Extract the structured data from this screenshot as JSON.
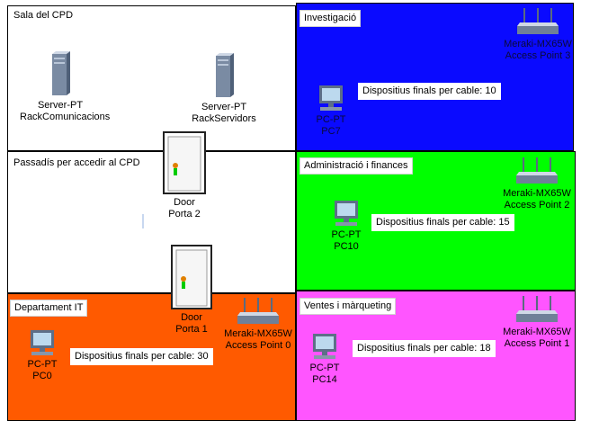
{
  "zones": {
    "sala_cpd": {
      "label": "Sala del CPD",
      "color": "#ffffff"
    },
    "passadis": {
      "label": "Passadís per accedir al CPD",
      "color": "#ffffff"
    },
    "it": {
      "label": "Departament IT",
      "color": "#ff5a00"
    },
    "investigacio": {
      "label": "Investigació",
      "color": "#0a0aff"
    },
    "admin": {
      "label": "Administració i finances",
      "color": "#00ff00"
    },
    "vendes": {
      "label": "Ventes i màrqueting",
      "color": "#ff55ff"
    }
  },
  "devices": {
    "server_comunicacions": {
      "type": "Server-PT",
      "name": "RackComunicacions",
      "icon": "server-icon"
    },
    "server_servidors": {
      "type": "Server-PT",
      "name": "RackServidors",
      "icon": "server-icon"
    },
    "door2": {
      "type": "Door",
      "name": "Porta 2",
      "icon": "door-icon"
    },
    "door1": {
      "type": "Door",
      "name": "Porta 1",
      "icon": "door-icon"
    },
    "pc0": {
      "type": "PC-PT",
      "name": "PC0",
      "icon": "pc-icon"
    },
    "pc7": {
      "type": "PC-PT",
      "name": "PC7",
      "icon": "pc-icon"
    },
    "pc10": {
      "type": "PC-PT",
      "name": "PC10",
      "icon": "pc-icon"
    },
    "pc14": {
      "type": "PC-PT",
      "name": "PC14",
      "icon": "pc-icon"
    },
    "ap0": {
      "type": "Meraki-MX65W",
      "name": "Access Point 0",
      "icon": "access-point-icon"
    },
    "ap1": {
      "type": "Meraki-MX65W",
      "name": "Access Point 1",
      "icon": "access-point-icon"
    },
    "ap2": {
      "type": "Meraki-MX65W",
      "name": "Access Point 2",
      "icon": "access-point-icon"
    },
    "ap3": {
      "type": "Meraki-MX65W",
      "name": "Access Point 3",
      "icon": "access-point-icon"
    }
  },
  "notes": {
    "it": "Dispositius finals per cable: 30",
    "investigacio": "Dispositius finals per cable: 10",
    "admin": "Dispositius finals per cable: 15",
    "vendes": "Dispositius finals per cable: 18"
  }
}
